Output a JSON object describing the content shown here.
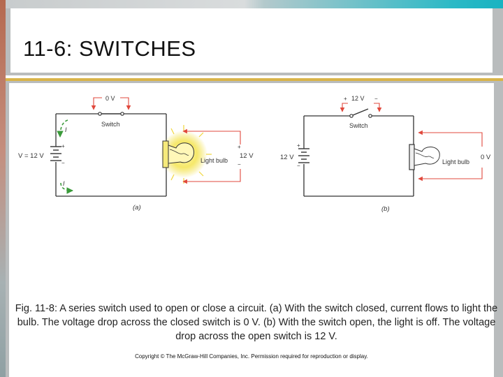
{
  "slide": {
    "title": "11-6: SWITCHES"
  },
  "figure": {
    "circuit_a": {
      "switch_voltage": "0 V",
      "switch_label": "Switch",
      "source_label": "V = 12 V",
      "bulb_label": "Light bulb",
      "bulb_voltage": "12 V",
      "plus": "+",
      "minus": "−",
      "current_symbol": "I",
      "panel_label": "(a)",
      "bulb_state": "on"
    },
    "circuit_b": {
      "switch_voltage": "12 V",
      "switch_label": "Switch",
      "source_label": "12 V",
      "bulb_label": "Light bulb",
      "bulb_voltage": "0 V",
      "plus": "+",
      "minus": "−",
      "panel_label": "(b)",
      "bulb_state": "off"
    }
  },
  "caption": {
    "text": "Fig.  11-8: A series switch used to open or close a circuit. (a) With the switch closed, current flows to light the bulb. The voltage drop across the closed switch is 0 V. (b) With the switch open, the light is off. The voltage drop across the open switch is 12 V."
  },
  "footer": {
    "copyright": "Copyright © The McGraw-Hill Companies, Inc. Permission required for reproduction or display."
  },
  "colors": {
    "arrow_red": "#e0483c",
    "current_green": "#3a9a3a",
    "bulb_glow": "#f3e04a",
    "wire": "#333333",
    "accent_gold": "#d9b44a",
    "frame_gray": "#b9bcbd"
  }
}
